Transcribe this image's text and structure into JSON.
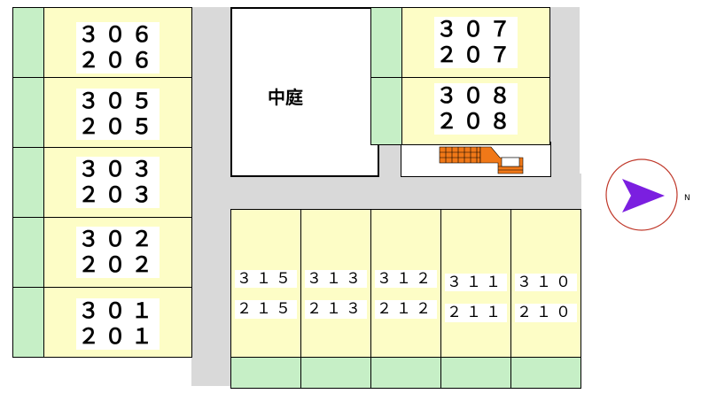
{
  "courtyard": {
    "label": "中庭"
  },
  "north_label": "N",
  "west_units": [
    {
      "upper": "３０６",
      "lower": "２０６"
    },
    {
      "upper": "３０５",
      "lower": "２０５"
    },
    {
      "upper": "３０３",
      "lower": "２０３"
    },
    {
      "upper": "３０２",
      "lower": "２０２"
    },
    {
      "upper": "３０１",
      "lower": "２０１"
    }
  ],
  "northeast_units": [
    {
      "upper": "３０７",
      "lower": "２０７"
    },
    {
      "upper": "３０８",
      "lower": "２０８"
    }
  ],
  "south_units": [
    {
      "upper": "３１５",
      "lower": "２１５"
    },
    {
      "upper": "３１３",
      "lower": "２１３"
    },
    {
      "upper": "３１２",
      "lower": "２１２"
    },
    {
      "upper": "３１１",
      "lower": "２１１"
    },
    {
      "upper": "３１０",
      "lower": "２１０"
    }
  ],
  "colors": {
    "unit_fill": "#fdfdc6",
    "balcony_fill": "#c6efc6",
    "corridor_fill": "#d9d9d9",
    "stair_fill": "#f07818",
    "compass_arrow": "#7b1fe0",
    "compass_ring": "#c0392b"
  }
}
